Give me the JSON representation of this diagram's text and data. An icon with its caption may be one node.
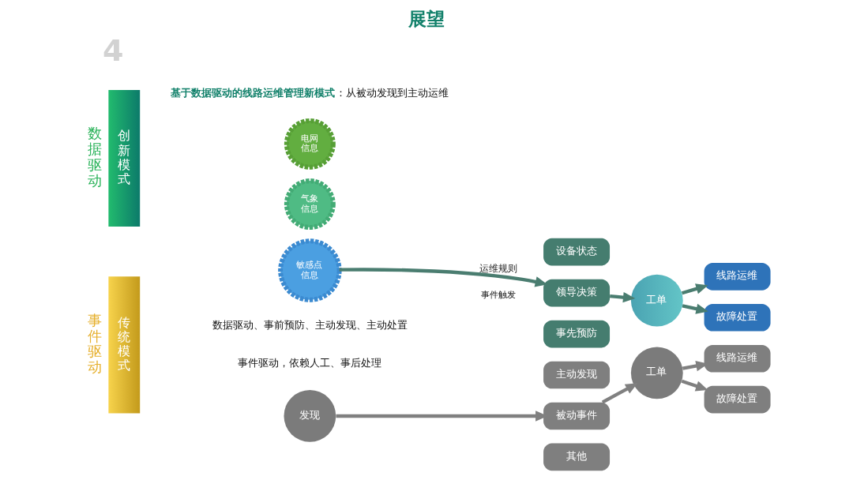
{
  "diagram": {
    "title": "展望",
    "nodes": [
      {
        "text": [
          "创新模式"
        ],
        "beside": [
          "数据驱动"
        ]
      },
      {
        "text": [
          "电网信息"
        ]
      },
      {
        "text": [
          "气象信息"
        ]
      },
      {
        "text": [
          "敏感点信息"
        ]
      },
      {
        "text": [
          "设备状态"
        ]
      },
      {
        "text": [
          "领导决策"
        ]
      },
      {
        "text": [
          "事先预防"
        ]
      },
      {
        "text": [
          "工单"
        ]
      },
      {
        "text": [
          "线路运维"
        ]
      },
      {
        "text": [
          "故障处置"
        ]
      },
      {
        "text": [
          "传统模式"
        ],
        "beside": [
          "事件驱动"
        ]
      },
      {
        "text": [
          "发现"
        ]
      },
      {
        "text": [
          "主动发现"
        ]
      },
      {
        "text": [
          "被动事件"
        ]
      },
      {
        "text": [
          "其他"
        ]
      },
      {
        "text": [
          "工单"
        ]
      },
      {
        "text": [
          "线路运维"
        ]
      },
      {
        "text": [
          "故障处置"
        ]
      }
    ],
    "edges": [
      {
        "from": 3,
        "to": 5,
        "arrow": "to",
        "label": "运维规则",
        "color": "#4a7d70"
      },
      {
        "from": 5,
        "to": 7,
        "arrow": "to",
        "color": "#4a7d70"
      },
      {
        "from": 7,
        "to": 8,
        "arrow": "to",
        "color": "#4a7d70"
      },
      {
        "from": 7,
        "to": 9,
        "arrow": "to",
        "color": "#4a7d70"
      },
      {
        "from": 11,
        "to": 13,
        "arrow": "to",
        "color": "#808080"
      },
      {
        "from": 13,
        "to": 15,
        "arrow": "to",
        "color": "#808080"
      },
      {
        "from": 15,
        "to": 16,
        "arrow": "to",
        "color": "#808080"
      },
      {
        "from": 15,
        "to": 17,
        "arrow": "to",
        "color": "#808080"
      }
    ],
    "labels": [
      "4",
      "**基于数据驱动的线路运维管理新模式**：从被动发现到主动运维",
      "事件触发",
      "数据驱动、事前预防、主动发现、主动处置",
      "事件驱动，依赖人工、事后处理"
    ]
  }
}
